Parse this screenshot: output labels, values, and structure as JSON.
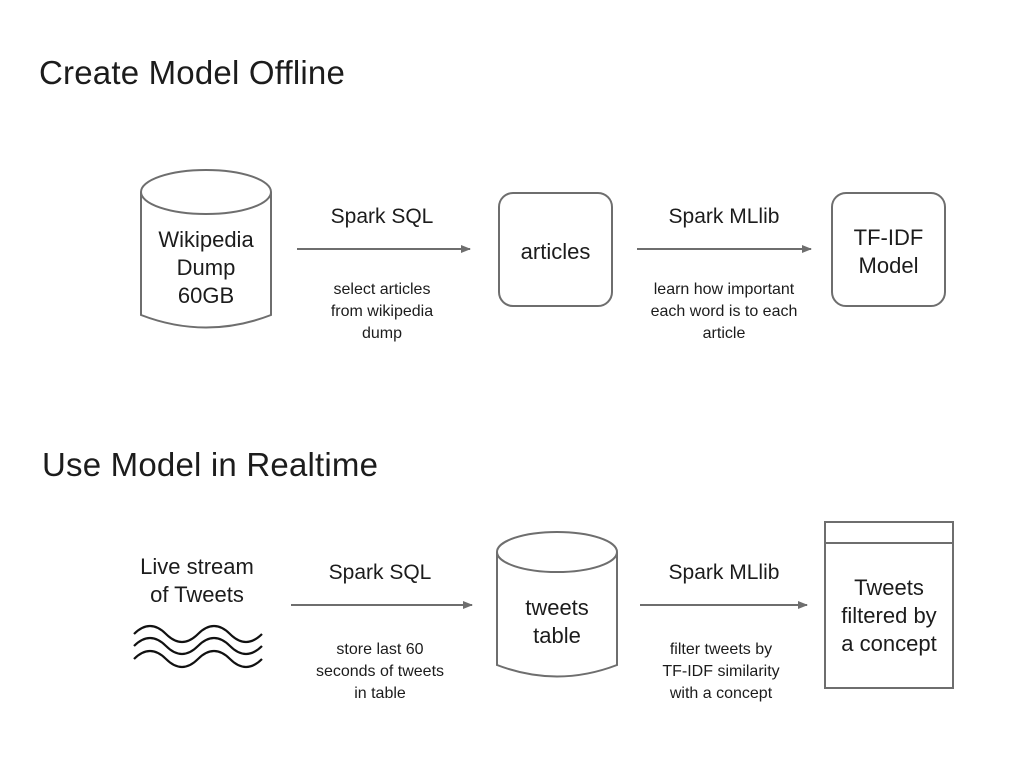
{
  "sections": {
    "offline": {
      "title": "Create Model Offline",
      "nodes": {
        "wikipedia": {
          "lines": [
            "Wikipedia",
            "Dump",
            "60GB"
          ]
        },
        "articles": {
          "lines": [
            "articles"
          ]
        },
        "model": {
          "lines": [
            "TF-IDF",
            "Model"
          ]
        }
      },
      "edges": {
        "sql": {
          "label": "Spark SQL",
          "desc": [
            "select articles",
            "from wikipedia",
            "dump"
          ]
        },
        "mllib": {
          "label": "Spark MLlib",
          "desc": [
            "learn how important",
            "each word is to each",
            "article"
          ]
        }
      }
    },
    "realtime": {
      "title": "Use Model in Realtime",
      "nodes": {
        "stream": {
          "lines": [
            "Live stream",
            "of Tweets"
          ]
        },
        "tweets_table": {
          "lines": [
            "tweets",
            "table"
          ]
        },
        "filtered": {
          "lines": [
            "Tweets",
            "filtered by",
            "a concept"
          ]
        }
      },
      "edges": {
        "sql": {
          "label": "Spark SQL",
          "desc": [
            "store last 60",
            "seconds of tweets",
            "in table"
          ]
        },
        "mllib": {
          "label": "Spark MLlib",
          "desc": [
            "filter tweets by",
            "TF-IDF similarity",
            "with a concept"
          ]
        }
      }
    }
  },
  "colors": {
    "stroke": "#6e6e6e",
    "text": "#1c1c1c",
    "wave": "#111111"
  },
  "icons": {
    "database": "cylinder-icon",
    "stream": "wave-icon",
    "document": "page-icon"
  }
}
